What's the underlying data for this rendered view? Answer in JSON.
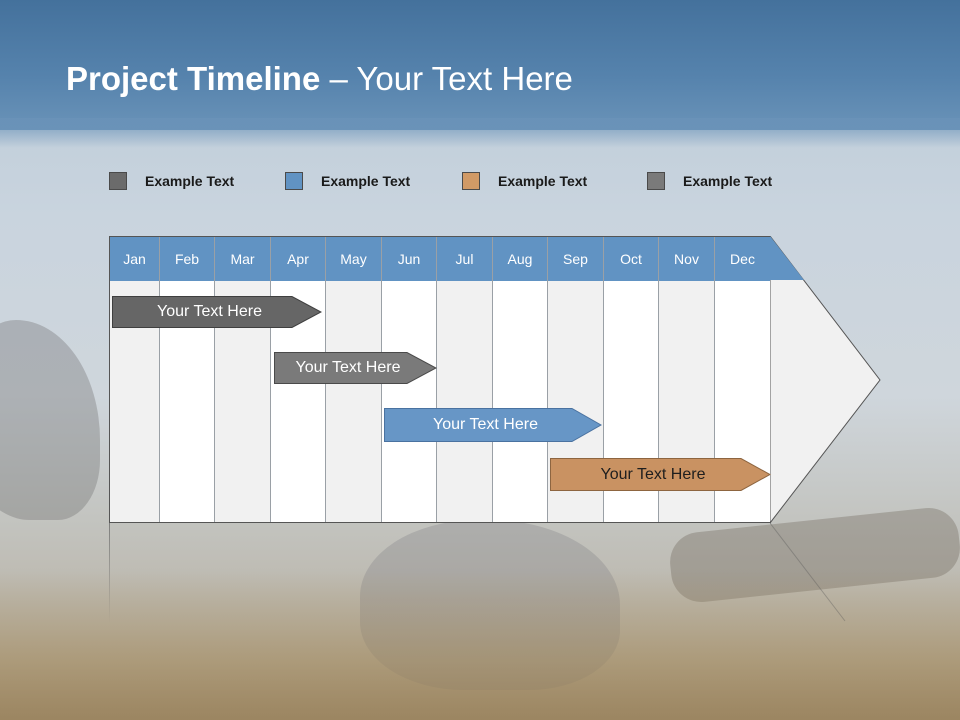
{
  "header": {
    "title_bold": "Project Timeline",
    "title_rest": " – Your Text Here"
  },
  "legend": [
    {
      "label": "Example Text",
      "color": "#6b6b6b"
    },
    {
      "label": "Example Text",
      "color": "#6193c3"
    },
    {
      "label": "Example Text",
      "color": "#d19a66"
    },
    {
      "label": "Example Text",
      "color": "#7a7a7a"
    }
  ],
  "months": [
    "Jan",
    "Feb",
    "Mar",
    "Apr",
    "May",
    "Jun",
    "Jul",
    "Aug",
    "Sep",
    "Oct",
    "Nov",
    "Dec"
  ],
  "bars": [
    {
      "label": "Your  Text Here",
      "color": "#666666"
    },
    {
      "label": "Your  Text Here",
      "color": "#7a7a7a"
    },
    {
      "label": "Your  Text Here",
      "color": "#6796c6"
    },
    {
      "label": "Your  Text Here",
      "color": "#c99262"
    }
  ]
}
